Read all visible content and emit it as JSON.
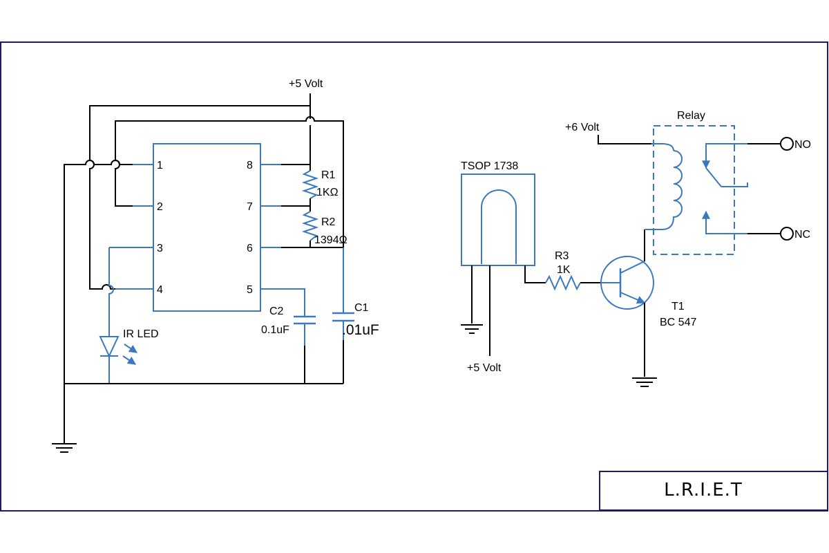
{
  "title_block": {
    "text": "L.R.I.E.T"
  },
  "left_circuit": {
    "supply": "+5 Volt",
    "ic_pins": [
      "1",
      "2",
      "3",
      "4",
      "5",
      "6",
      "7",
      "8"
    ],
    "r1": {
      "name": "R1",
      "value": "1KΩ"
    },
    "r2": {
      "name": "R2",
      "value": "1394Ω"
    },
    "c1": {
      "name": "C1",
      "value": ".01uF"
    },
    "c2": {
      "name": "C2",
      "value": "0.1uF"
    },
    "led": "IR LED"
  },
  "right_circuit": {
    "tsop": "TSOP 1738",
    "tsop_supply": "+5 Volt",
    "r3": {
      "name": "R3",
      "value": "1K"
    },
    "transistor": {
      "name": "T1",
      "value": "BC 547"
    },
    "relay_supply": "+6 Volt",
    "relay": "Relay",
    "no": "NO",
    "nc": "NC"
  }
}
